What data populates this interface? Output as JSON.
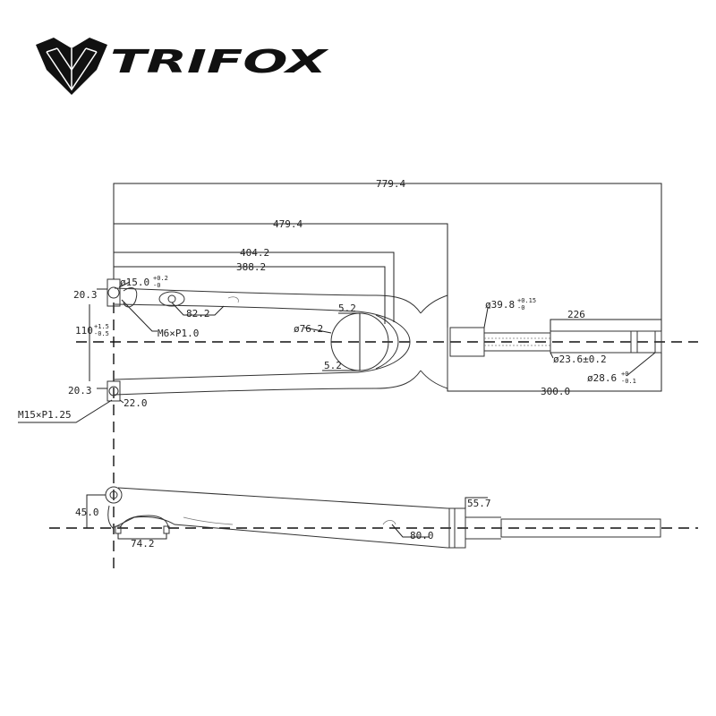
{
  "brand": {
    "name": "TRIFOX",
    "logo_icon": "fox-head-icon",
    "color": "#111111"
  },
  "dimensions": {
    "total_length": "779.4",
    "crown_to_steerer_top": "479.4",
    "overall_axle_to_crown": "404.2",
    "axle_to_crown": "388.2",
    "dropout_hole": "ø15.0",
    "dropout_hole_tol_upper": "+0.2",
    "dropout_hole_tol_lower": "-0",
    "dropout_width_top": "20.3",
    "disc_mount_offset": "82.2",
    "disc_mount_bolt": "M6×P1.0",
    "hub_spacing": "110",
    "hub_spacing_tol_upper": "+1.5",
    "hub_spacing_tol_lower": "-0.5",
    "crown_race": "ø39.8",
    "crown_race_tol_upper": "+0.15",
    "crown_race_tol_lower": "-0",
    "tire_clearance": "ø76.2",
    "tire_gap_top": "5.2",
    "tire_gap_bottom": "5.2",
    "steerer_taper_length": "226",
    "steerer_diameter": "ø23.6±0.2",
    "steerer_top_diameter": "ø28.6",
    "steerer_top_tol_upper": "+0",
    "steerer_top_tol_lower": "-0.1",
    "steerer_length": "300.0",
    "dropout_width_bottom": "20.3",
    "thru_axle_thread": "M15×P1.25",
    "dropout_thickness": "22.0",
    "offset": "45.0",
    "caliper_mount_spacing": "74.2",
    "side_view_dimension": "80.0",
    "crown_height": "55.7"
  }
}
